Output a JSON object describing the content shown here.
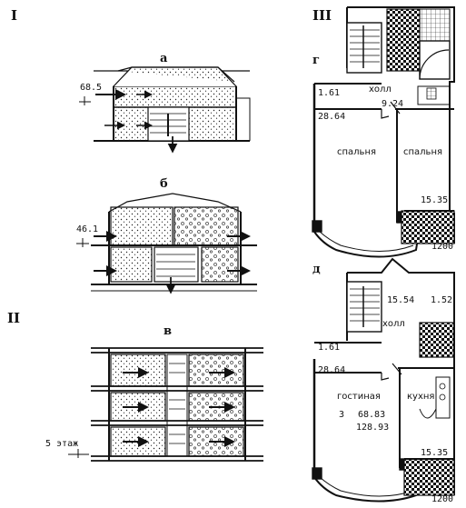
{
  "section_labels": {
    "roman_1": "I",
    "roman_2": "II",
    "roman_3": "III",
    "letter_a": "а",
    "letter_b": "б",
    "letter_v": "в",
    "letter_g": "г",
    "letter_d": "д"
  },
  "sections": {
    "a": {
      "level": "68.5"
    },
    "b": {
      "level": "46.1"
    },
    "v": {
      "floor_note": "5 этаж"
    }
  },
  "plan_g": {
    "hall_label": "холл",
    "hall_area": "9.24",
    "area_top_left": "1.61",
    "area_room_left": "28.64",
    "bedroom_left": "спальня",
    "bedroom_right": "спальня",
    "area_balcony": "15.35",
    "scale_label": "1200"
  },
  "plan_d": {
    "area_stair": "15.54",
    "area_top_right": "1.52",
    "hall_label": "холл",
    "area_top_left": "1.61",
    "area_room_left": "28.64",
    "living_room": "гостиная",
    "kitchen": "кухня",
    "apt_number": "3",
    "area_living": "68.83",
    "area_total": "128.93",
    "area_balcony": "15.35",
    "scale_label": "1200"
  }
}
